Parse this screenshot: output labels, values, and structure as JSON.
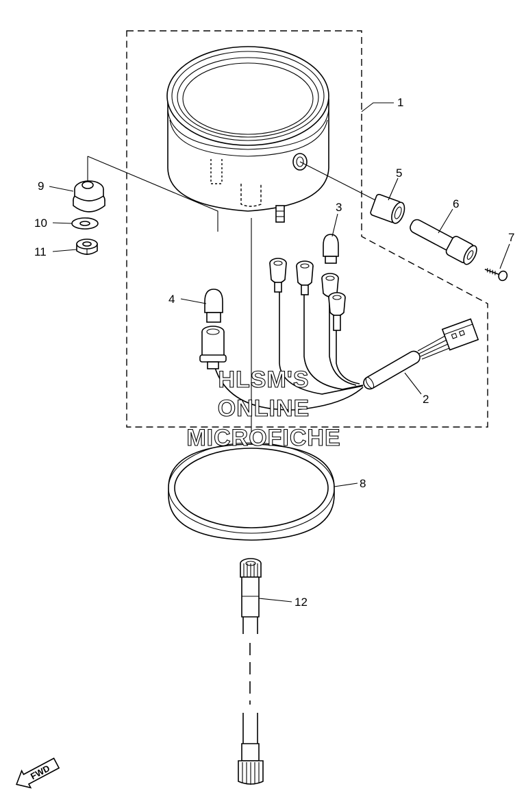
{
  "callouts": [
    {
      "id": "1",
      "label": "1"
    },
    {
      "id": "2",
      "label": "2"
    },
    {
      "id": "3",
      "label": "3"
    },
    {
      "id": "4",
      "label": "4"
    },
    {
      "id": "5",
      "label": "5"
    },
    {
      "id": "6",
      "label": "6"
    },
    {
      "id": "7",
      "label": "7"
    },
    {
      "id": "8",
      "label": "8"
    },
    {
      "id": "9",
      "label": "9"
    },
    {
      "id": "10",
      "label": "10"
    },
    {
      "id": "11",
      "label": "11"
    },
    {
      "id": "12",
      "label": "12"
    }
  ],
  "watermark": {
    "line1": "HLSM'S",
    "line2": "ONLINE",
    "line3": "MICROFICHE"
  },
  "direction_indicator": {
    "label": "FWD",
    "icon": "fwd-arrow-icon"
  },
  "colors": {
    "line": "#000000",
    "background": "#ffffff"
  }
}
